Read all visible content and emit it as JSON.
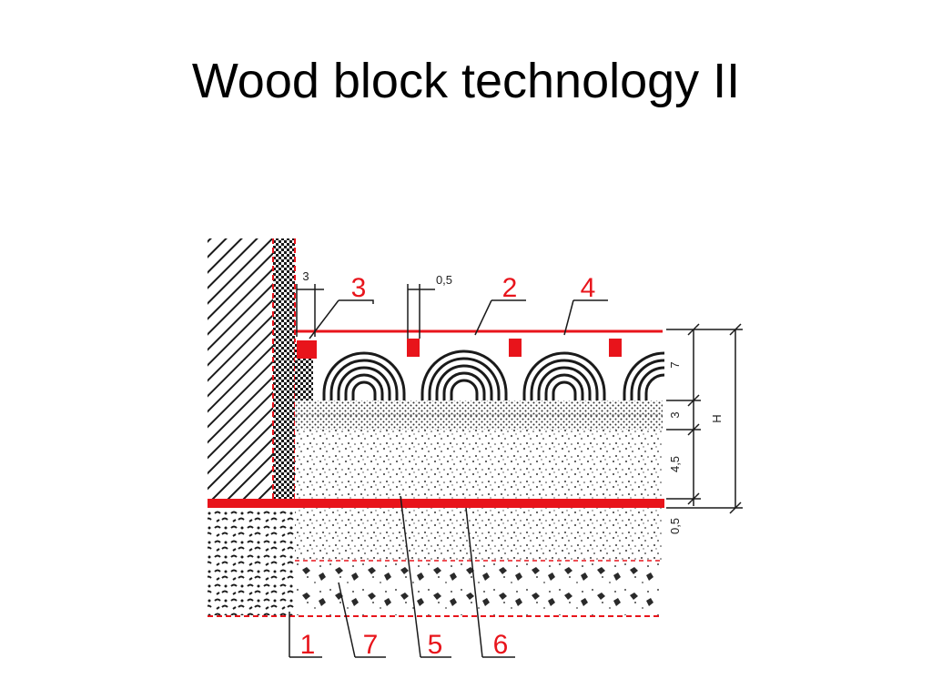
{
  "title": "Wood block technology II",
  "colors": {
    "accent": "#e8141b",
    "ink": "#1a1a1a",
    "background": "#ffffff"
  },
  "callouts": [
    "1",
    "2",
    "3",
    "4",
    "5",
    "6",
    "7"
  ],
  "dimensions": {
    "gap_left": "3",
    "gap_top": "0,5",
    "block": "7",
    "layer_a": "3",
    "layer_b": "4,5",
    "layer_c": "0,5",
    "total": "H"
  }
}
